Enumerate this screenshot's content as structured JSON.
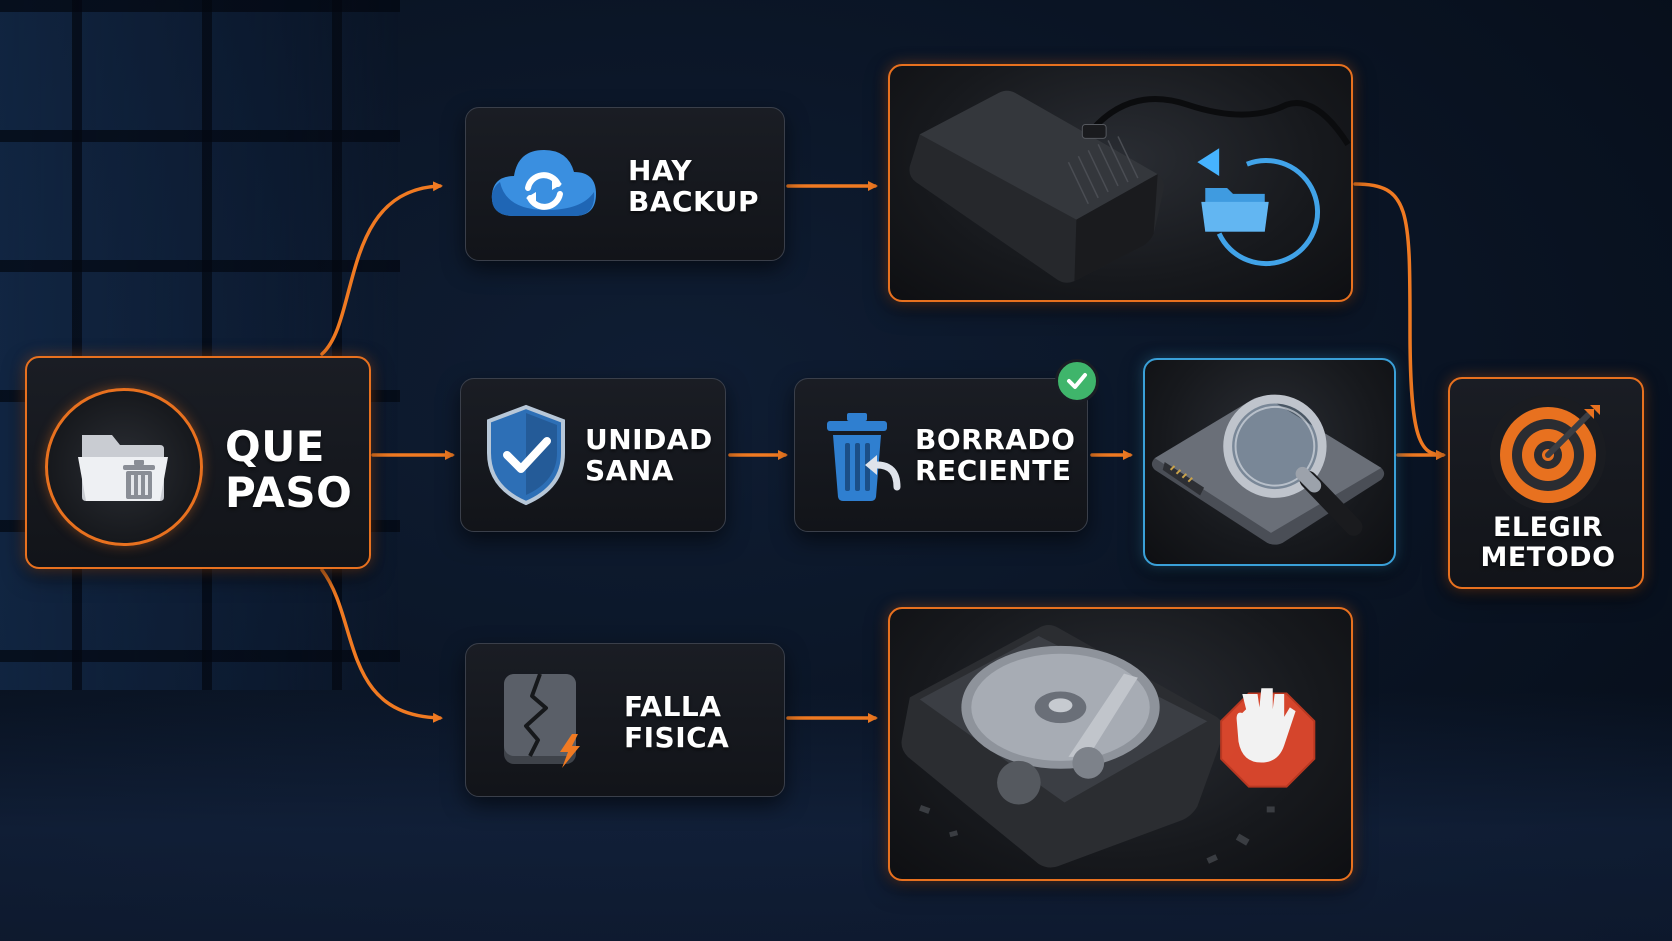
{
  "start": {
    "line1": "QUE",
    "line2": "PASO",
    "icon": "folder-trash-icon"
  },
  "backup": {
    "line1": "HAY",
    "line2": "BACKUP",
    "icon": "cloud-sync-icon"
  },
  "healthy": {
    "line1": "UNIDAD",
    "line2": "SANA",
    "icon": "shield-check-icon"
  },
  "recent": {
    "line1": "BORRADO",
    "line2": "RECIENTE",
    "icon": "trash-restore-icon"
  },
  "physical": {
    "line1": "FALLA",
    "line2": "FISICA",
    "icon": "cracked-drive-icon"
  },
  "end": {
    "line1": "ELEGIR",
    "line2": "METODO",
    "icon": "target-icon"
  },
  "photos": {
    "backup_restore": "external-drive-restore-icon",
    "drive_scan": "ssd-magnifier-icon",
    "hdd_damage": "broken-hdd-stop-icon"
  },
  "colors": {
    "accent": "#e8711f",
    "blue": "#3aa0d8",
    "check": "#3fb56b",
    "stop": "#e0482d"
  }
}
